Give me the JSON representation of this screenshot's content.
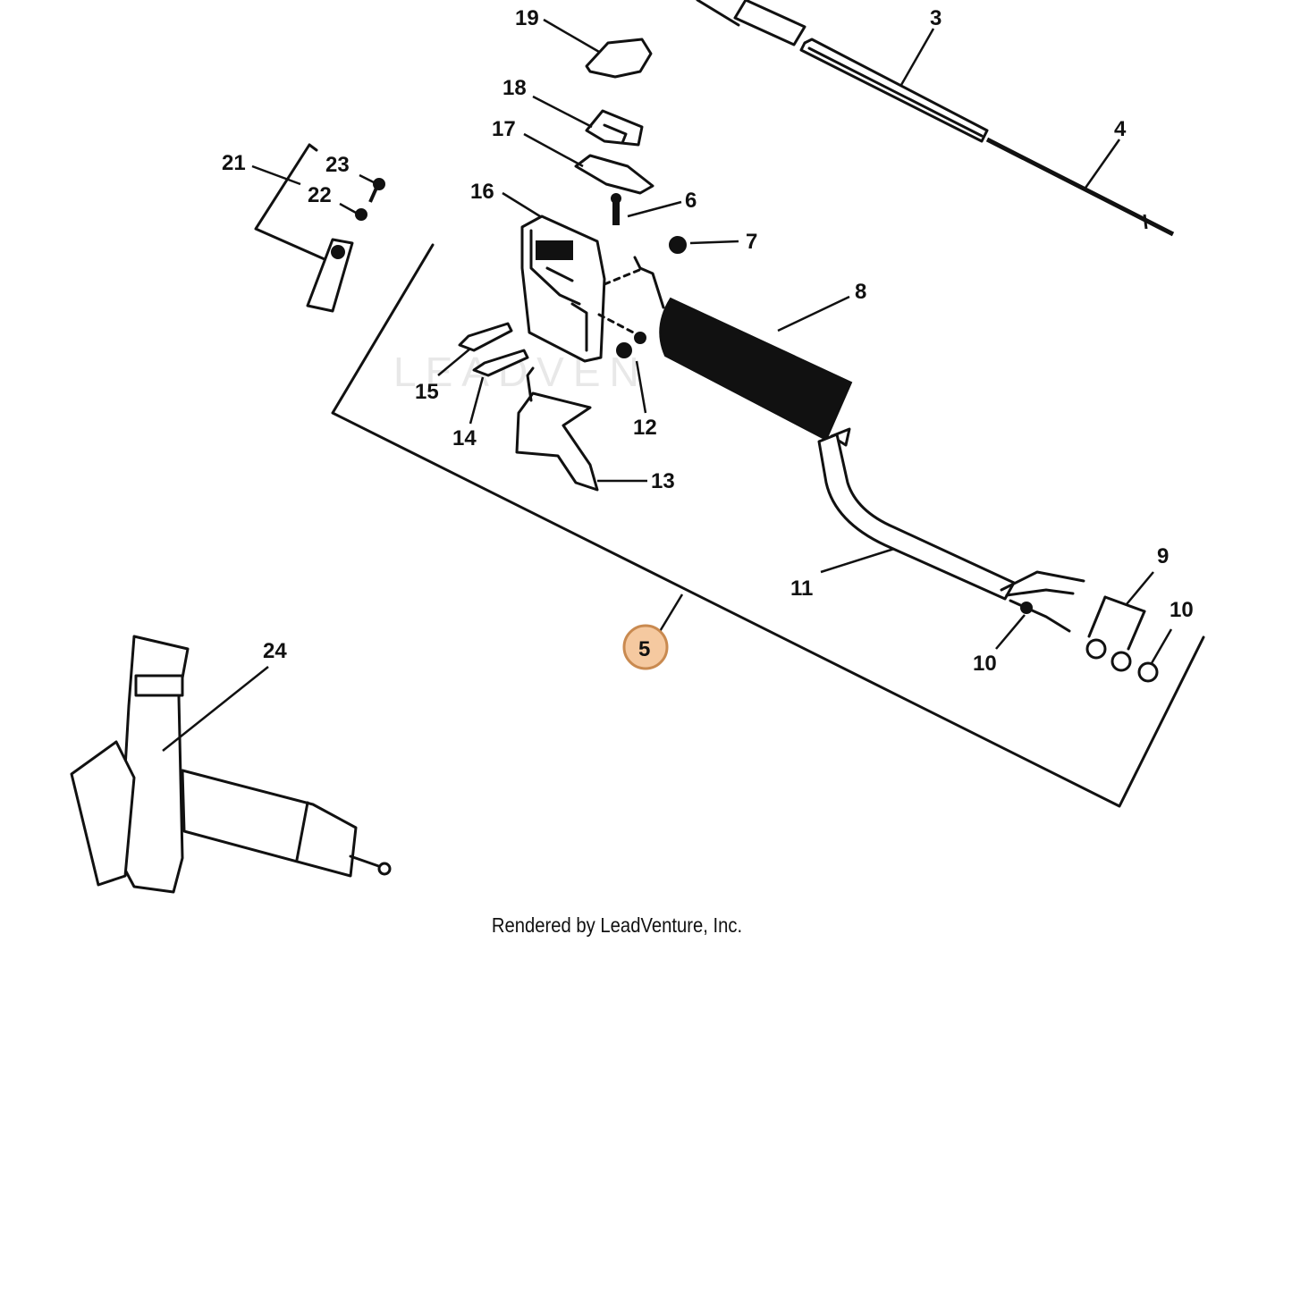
{
  "diagram": {
    "callouts": {
      "c3": "3",
      "c4": "4",
      "c5": "5",
      "c6": "6",
      "c7": "7",
      "c8": "8",
      "c9": "9",
      "c10a": "10",
      "c10b": "10",
      "c11": "11",
      "c12": "12",
      "c13": "13",
      "c14": "14",
      "c15": "15",
      "c16": "16",
      "c17": "17",
      "c18": "18",
      "c19": "19",
      "c21": "21",
      "c22": "22",
      "c23": "23",
      "c24": "24"
    },
    "highlight_color": "#f5c9a0",
    "highlight_stroke": "#c98a50",
    "watermark": "LEADVEN"
  },
  "footer": {
    "text": "Rendered by LeadVenture, Inc."
  }
}
